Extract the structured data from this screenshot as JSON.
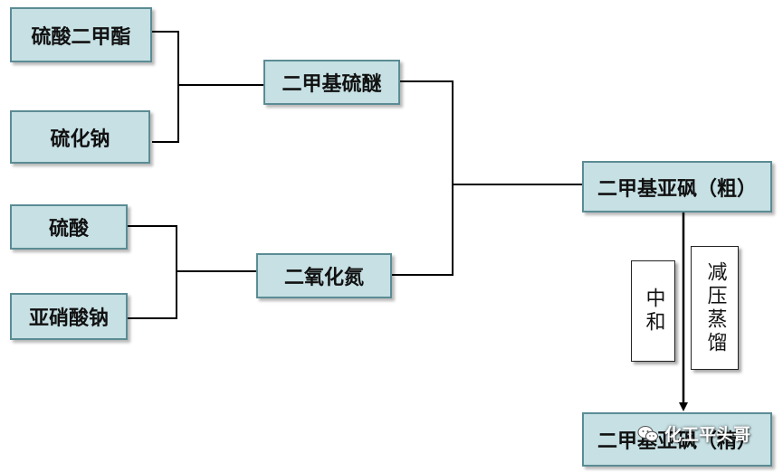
{
  "nodes": {
    "dimethyl_sulfate": "硫酸二甲酯",
    "sodium_sulfide": "硫化钠",
    "sulfuric_acid": "硫酸",
    "sodium_nitrite": "亚硝酸钠",
    "dimethyl_sulfide": "二甲基硫醚",
    "nitrogen_dioxide": "二氧化氮",
    "dmso_crude": "二甲基亚砜（粗）",
    "dmso_refined": "二甲基亚砜（精）"
  },
  "steps": {
    "neutralization": "中和",
    "vacuum_distillation": "减压蒸馏"
  },
  "watermark": {
    "text": "化工平头哥",
    "icon": "wechat-icon"
  },
  "colors": {
    "box_fill": "#c6e0e4",
    "box_border": "#5b8c94",
    "line": "#000000"
  }
}
